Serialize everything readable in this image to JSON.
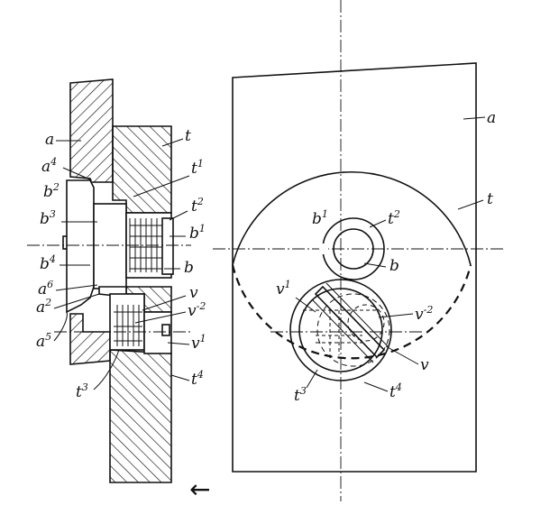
{
  "labels": {
    "a_left": "a",
    "t_left": "t",
    "a4": "a",
    "a4_sup": "4",
    "t1": "t",
    "t1_sup": "1",
    "b2": "b",
    "b2_sup": "2",
    "t2_left": "t",
    "t2_left_sup": "2",
    "b3": "b",
    "b3_sup": "3",
    "b1_left": "b",
    "b1_left_sup": "1",
    "b4": "b",
    "b4_sup": "4",
    "b_left": "b",
    "a6": "a",
    "a6_sup": "6",
    "v_left": "v",
    "a2": "a",
    "a2_sup": "2",
    "v2_left": "v",
    "v2_left_sup": "-2",
    "a5": "a",
    "a5_sup": "5",
    "v1_left": "v",
    "v1_left_sup": "1",
    "t3_left": "t",
    "t3_left_sup": "3",
    "t4_left": "t",
    "t4_left_sup": "4",
    "a_right": "a",
    "t_right": "t",
    "b1_right": "b",
    "b1_right_sup": "1",
    "t2_right": "t",
    "t2_right_sup": "2",
    "b_right": "b",
    "v1_right": "v",
    "v1_right_sup": "1",
    "v2_right": "v",
    "v2_right_sup": "-2",
    "v_right": "v",
    "t3_right": "t",
    "t3_right_sup": "3",
    "t4_right": "t",
    "t4_right_sup": "4"
  },
  "arrow": "←"
}
